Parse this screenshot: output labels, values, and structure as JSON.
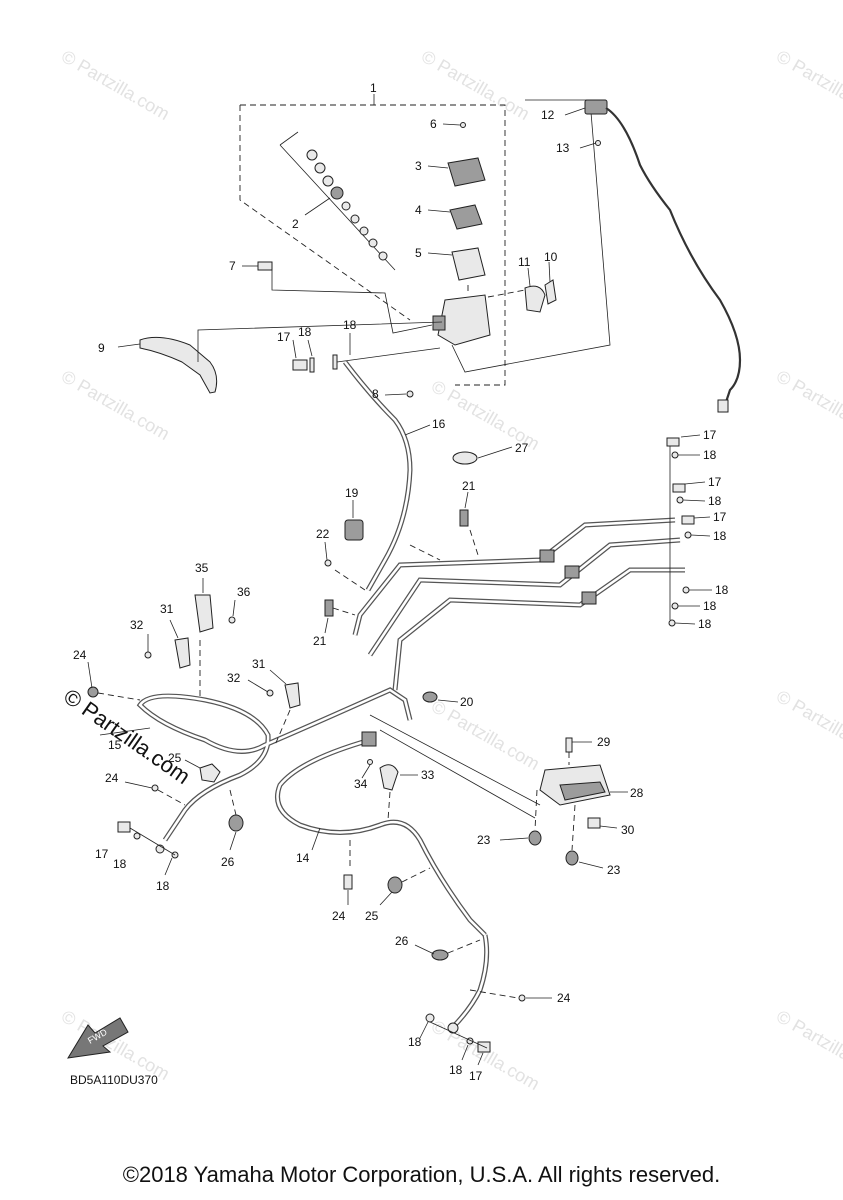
{
  "diagram": {
    "code": "BD5A110DU370",
    "fwd_label": "FWD",
    "watermark": "© Partzilla.com",
    "watermark_main": "© Partzilla.com",
    "callouts": {
      "c1": "1",
      "c2": "2",
      "c3": "3",
      "c4": "4",
      "c5": "5",
      "c6": "6",
      "c7": "7",
      "c8": "8",
      "c9": "9",
      "c10": "10",
      "c11": "11",
      "c12": "12",
      "c13": "13",
      "c14": "14",
      "c15": "15",
      "c16": "16",
      "c19": "19",
      "c20": "20",
      "c22": "22",
      "c26": "26",
      "c27": "27",
      "c28": "28",
      "c29": "29",
      "c30": "30",
      "c33": "33",
      "c34": "34",
      "c35": "35",
      "c36": "36",
      "c17": "17",
      "c18": "18",
      "c21": "21",
      "c23": "23",
      "c24": "24",
      "c25": "25",
      "c31": "31",
      "c32": "32"
    }
  },
  "footer": {
    "copyright": "©2018 Yamaha Motor Corporation, U.S.A. All rights reserved."
  }
}
